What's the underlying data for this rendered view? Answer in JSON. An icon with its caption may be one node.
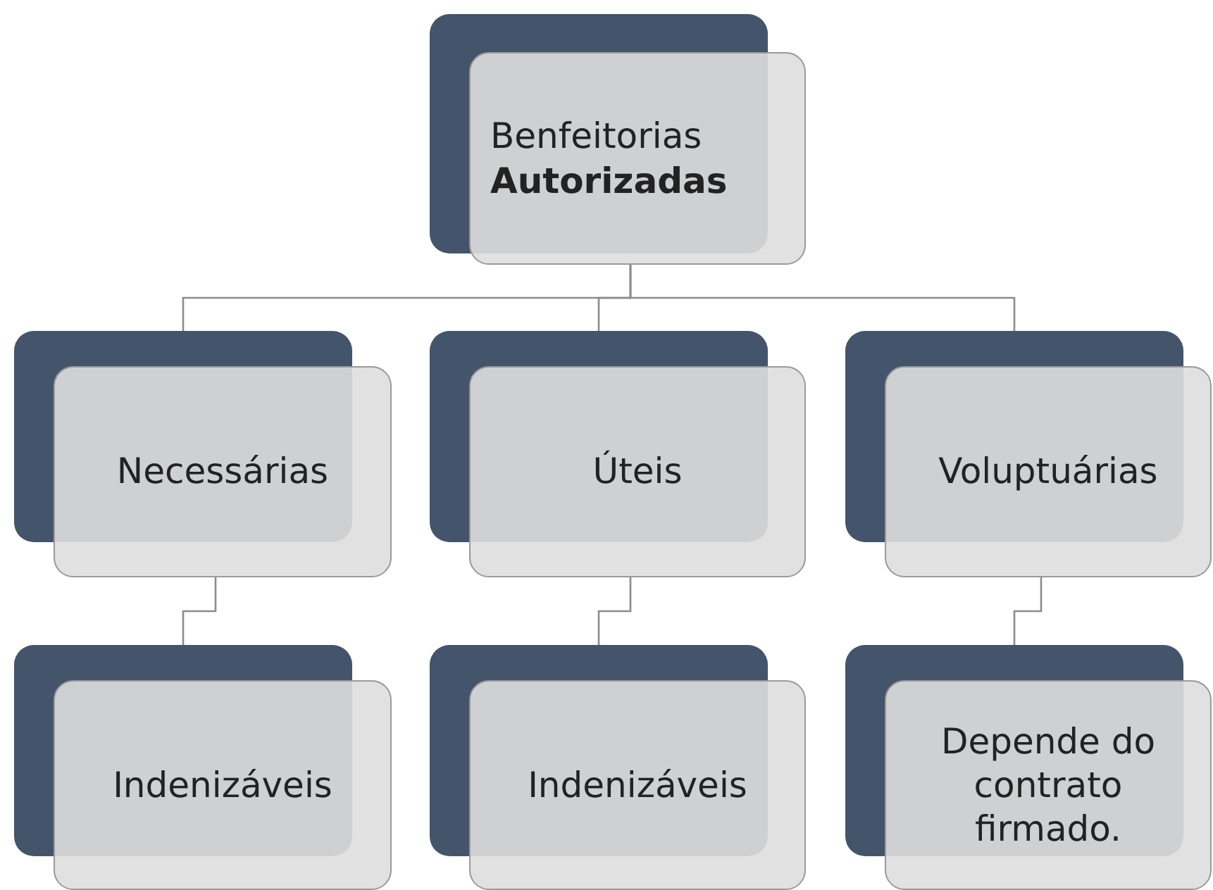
{
  "diagram": {
    "nodes": [
      {
        "text": [
          "Benfeitorias **Autorizadas**"
        ]
      },
      {
        "text": [
          "Necessárias"
        ]
      },
      {
        "text": [
          "Úteis"
        ]
      },
      {
        "text": [
          "Voluptuárias"
        ]
      },
      {
        "text": [
          "Indenizáveis"
        ]
      },
      {
        "text": [
          "Indenizáveis"
        ]
      },
      {
        "text": [
          "Depende do contrato firmado."
        ]
      }
    ],
    "edges": [
      {
        "from": 0,
        "to": 1,
        "arrow": "none"
      },
      {
        "from": 0,
        "to": 2,
        "arrow": "none"
      },
      {
        "from": 0,
        "to": 3,
        "arrow": "none"
      },
      {
        "from": 1,
        "to": 4,
        "arrow": "none"
      },
      {
        "from": 2,
        "to": 5,
        "arrow": "none"
      },
      {
        "from": 3,
        "to": 6,
        "arrow": "none"
      }
    ]
  }
}
